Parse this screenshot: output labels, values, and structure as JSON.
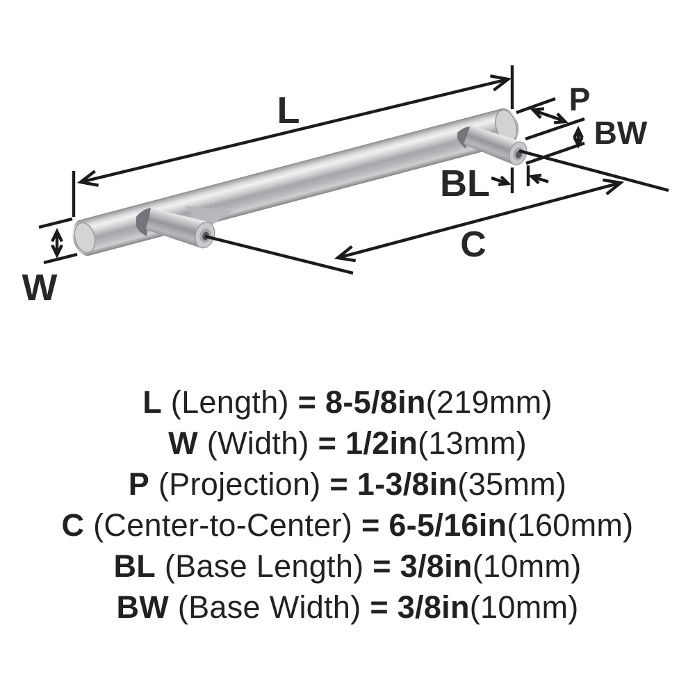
{
  "diagram": {
    "dim_labels": {
      "length": "L",
      "projection": "P",
      "base_width": "BW",
      "base_length": "BL",
      "center_to_center": "C",
      "width": "W"
    },
    "icon_names": [
      "bar-pull-handle",
      "dimension-arrows",
      "screw-holes"
    ]
  },
  "specs": [
    {
      "abbr": "L",
      "name": " (Length) ",
      "value": "= 8-5/8in",
      "metric": "(219mm)"
    },
    {
      "abbr": "W",
      "name": " (Width) ",
      "value": "= 1/2in",
      "metric": "(13mm)"
    },
    {
      "abbr": "P",
      "name": " (Projection) ",
      "value": "= 1-3/8in",
      "metric": "(35mm)"
    },
    {
      "abbr": "C",
      "name": " (Center-to-Center) ",
      "value": "= 6-5/16in",
      "metric": "(160mm)"
    },
    {
      "abbr": "BL",
      "name": " (Base Length) ",
      "value": "= 3/8in",
      "metric": "(10mm)"
    },
    {
      "abbr": "BW",
      "name": " (Base Width) ",
      "value": "= 3/8in",
      "metric": "(10mm)"
    }
  ],
  "colors": {
    "line": "#1b1b1d",
    "label": "#27272a",
    "text": "#212121",
    "metal_highlight": "#f1f1f1",
    "metal_mid": "#a6a6aa",
    "metal_dark": "#85858a",
    "background": "#ffffff"
  }
}
